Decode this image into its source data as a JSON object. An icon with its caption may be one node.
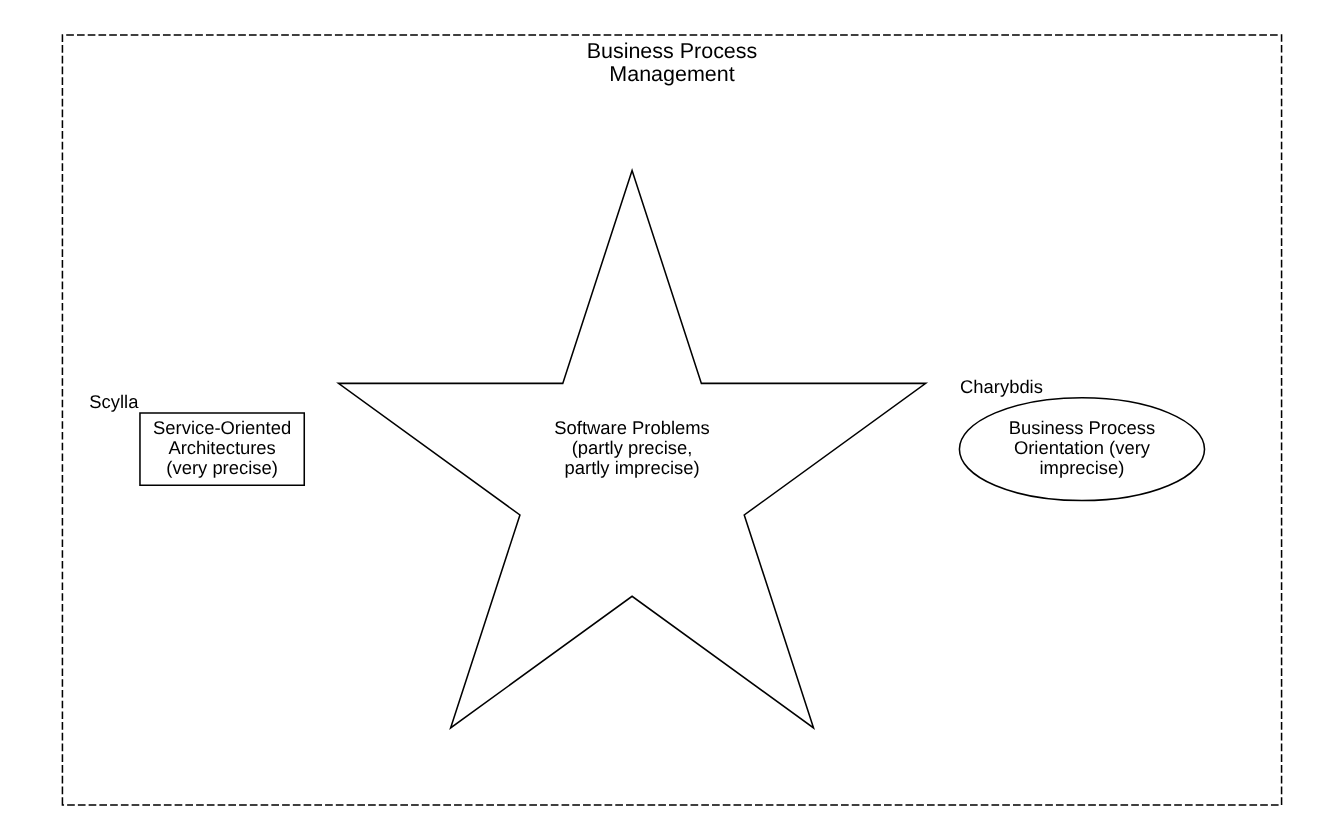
{
  "diagram": {
    "nodes": [
      {
        "text": [
          "Business Process Management"
        ]
      },
      {
        "text": [
          "Software Problems (partly precise, partly imprecise)"
        ],
        "in": 0
      },
      {
        "text": [
          "Business Process Orientation (very imprecise)"
        ],
        "in": 0,
        "beside": [
          "Charybdis"
        ]
      },
      {
        "text": [
          "Service-Oriented Architectures (very precise)"
        ],
        "in": 0,
        "beside": [
          "Scylla"
        ]
      }
    ],
    "edges": []
  }
}
